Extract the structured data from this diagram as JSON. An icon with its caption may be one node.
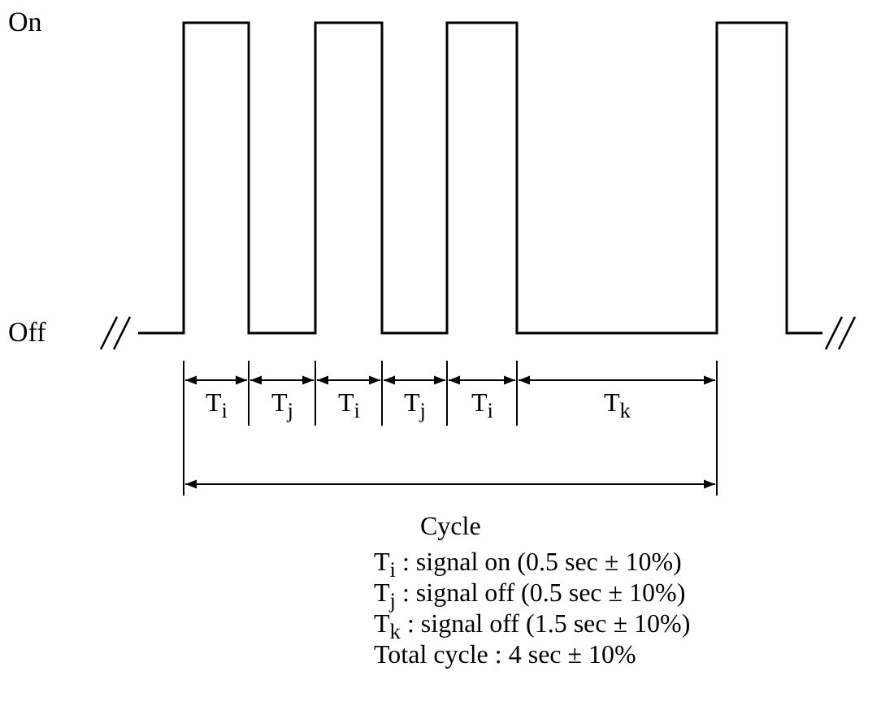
{
  "diagram": {
    "labels": [
      "On",
      "Off",
      "T$_{i}$",
      "T$_{j}$",
      "T$_{i}$",
      "T$_{j}$",
      "T$_{i}$",
      "T$_{k}$",
      "Cycle",
      "T$_{i}$ : signal on (0.5 sec ± 10%)",
      "T$_{j}$ : signal off (0.5 sec ± 10%)",
      "T$_{k}$ : signal off (1.5 sec ± 10%)",
      "Total cycle : 4 sec ± 10%"
    ]
  }
}
